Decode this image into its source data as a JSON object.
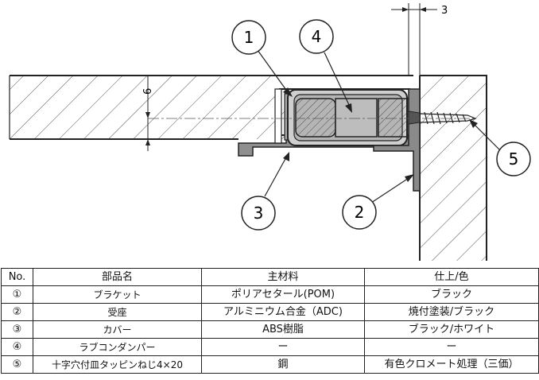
{
  "callouts": {
    "c1": "1",
    "c2": "2",
    "c3": "3",
    "c4": "4",
    "c5": "5"
  },
  "dimensions": {
    "gap": "3",
    "height": "6"
  },
  "table": {
    "headers": [
      "No.",
      "部品名",
      "主材料",
      "仕上/色"
    ],
    "rows": [
      [
        "①",
        "ブラケット",
        "ポリアセタール(POM)",
        "ブラック"
      ],
      [
        "②",
        "受座",
        "アルミニウム合金（ADC)",
        "焼付塗装/ブラック"
      ],
      [
        "③",
        "カバー",
        "ABS樹脂",
        "ブラック/ホワイト"
      ],
      [
        "④",
        "ラブコンダンパー",
        "ー",
        "ー"
      ],
      [
        "⑤",
        "十字穴付皿タッピンねじ4×20",
        "鋼",
        "有色クロメート処理（三価）"
      ]
    ]
  },
  "colors": {
    "line": "#222222",
    "part_fill": "#9a9a9a",
    "damper_fill": "#b8b8b8",
    "hatch": "#555555"
  }
}
